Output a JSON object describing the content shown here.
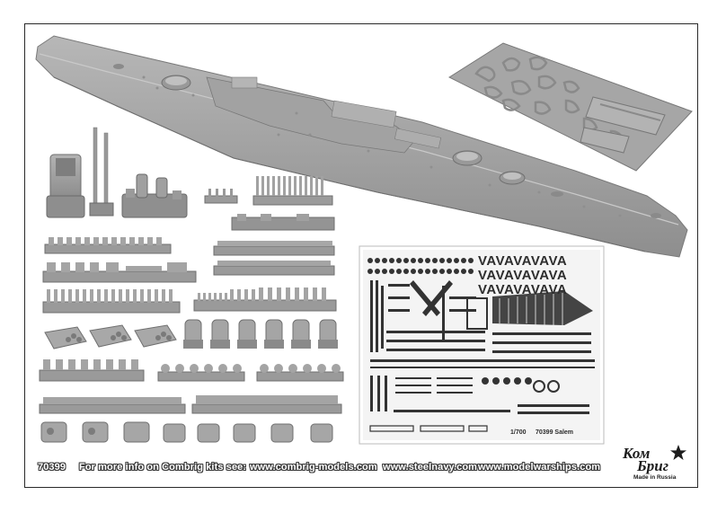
{
  "colors": {
    "resin": "#a3a3a3",
    "resin_dark": "#7b7b7b",
    "resin_light": "#bdbdbd",
    "photo_etch": "#333333",
    "frame": "#2a2a2a"
  },
  "footer": {
    "kit_number": "70399",
    "more_info": "For more info on Combrig kits see:",
    "site_1": "www.combrig-models.com",
    "site_2": "www.steelnavy.com",
    "site_3": "www.modelwarships.com"
  },
  "logo": {
    "line_1": "Ком",
    "line_2": "Бриг",
    "made_in": "Made in Russia"
  },
  "photo_etch_sheet": {
    "scale": "1/700",
    "title": "70399 Salem",
    "chevron_row": "VAVAVAVAVA"
  }
}
